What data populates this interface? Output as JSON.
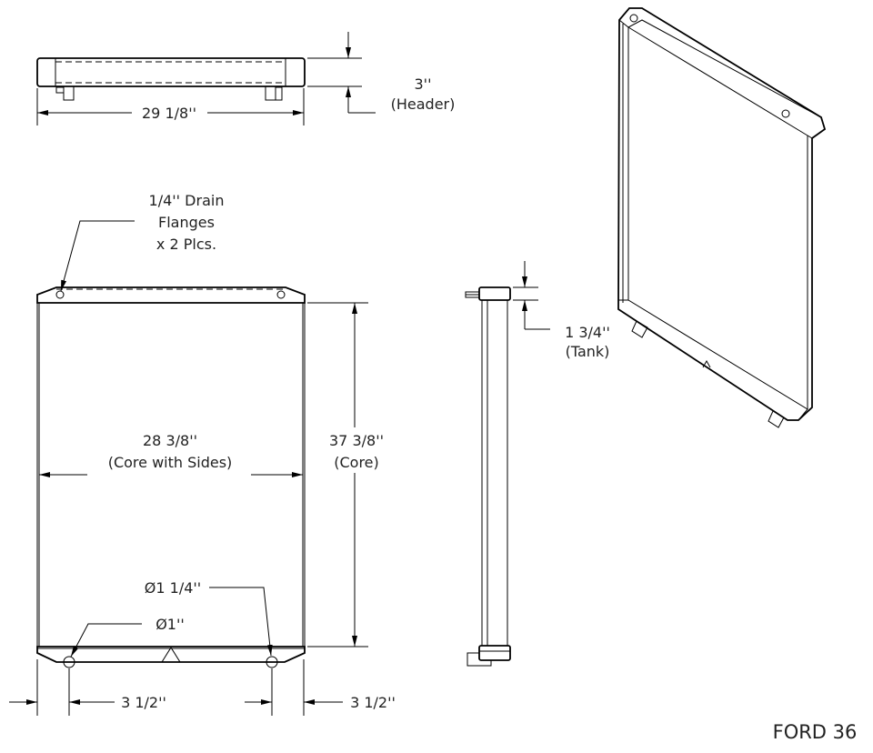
{
  "drawing": {
    "title": "FORD 36",
    "top_view": {
      "width_dim": "29 1/8''",
      "header_dim": "3''",
      "header_label": "(Header)"
    },
    "front_view": {
      "drain_note": [
        "1/4'' Drain",
        "Flanges",
        "x 2 Plcs."
      ],
      "core_width_dim": "28 3/8''",
      "core_width_label": "(Core with Sides)",
      "core_height_dim": "37 3/8''",
      "core_height_label": "(Core)",
      "outlet_dia": "Ø1 1/4''",
      "inlet_dia": "Ø1''",
      "left_offset_dim": "3 1/2''",
      "right_offset_dim": "3 1/2''"
    },
    "side_view": {
      "tank_dim": "1 3/4''",
      "tank_label": "(Tank)"
    },
    "line_color": "#000000"
  }
}
